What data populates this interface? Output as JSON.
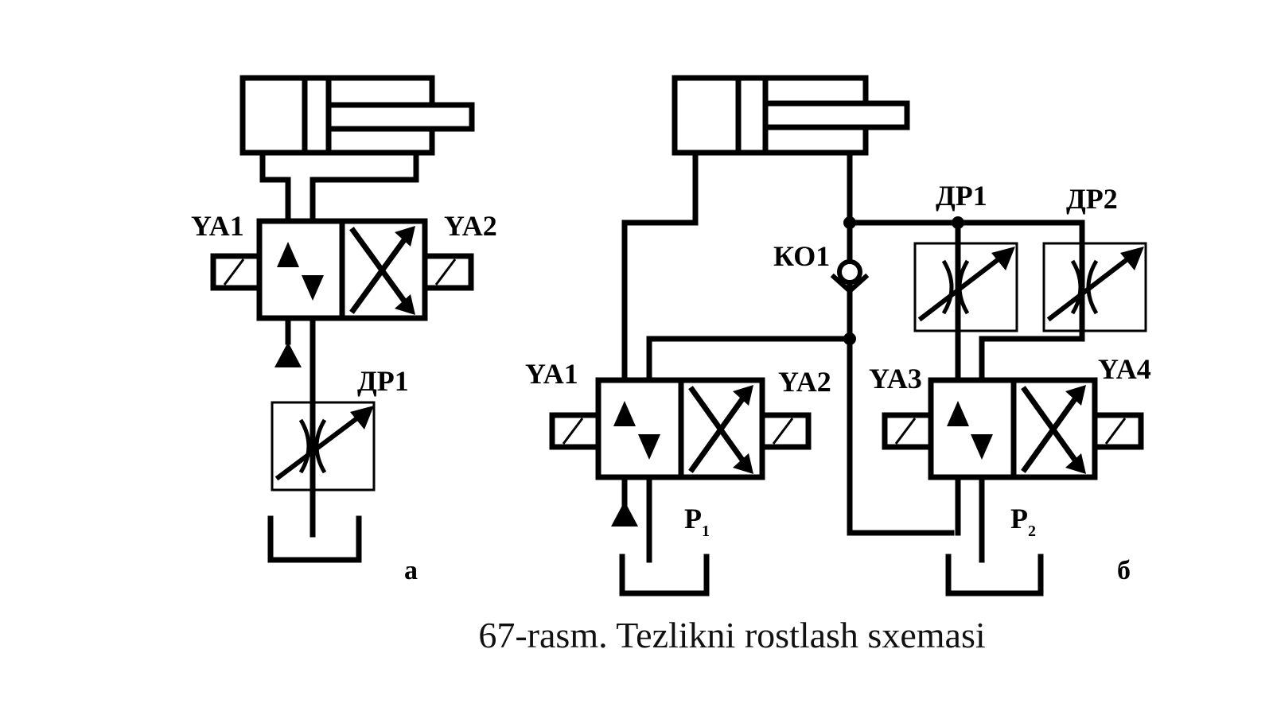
{
  "diagram_a": {
    "labels": {
      "ya1": "YA1",
      "ya2": "YA2",
      "dr1": "ДР1",
      "sub": "а"
    }
  },
  "diagram_b": {
    "labels": {
      "ya1": "YA1",
      "ya2": "YA2",
      "ya3": "YA3",
      "ya4": "YA4",
      "dr1": "ДР1",
      "dr2": "ДР2",
      "ko1": "КО1",
      "p1": "P",
      "p1_sub": "1",
      "p2": "P",
      "p2_sub": "2",
      "sub": "б"
    }
  },
  "caption": "67-rasm. Tezlikni rostlash sxemasi"
}
